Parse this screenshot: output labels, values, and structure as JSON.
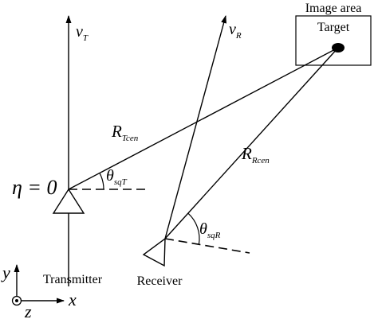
{
  "image_area": {
    "title": "Image area",
    "target_label": "Target"
  },
  "velocity": {
    "transmitter": {
      "main": "v",
      "sub": "T"
    },
    "receiver": {
      "main": "v",
      "sub": "R"
    }
  },
  "ranges": {
    "transmitter": {
      "main": "R",
      "sub": "Tcen"
    },
    "receiver": {
      "main": "R",
      "sub": "Rcen"
    }
  },
  "angles": {
    "transmitter": {
      "main": "θ",
      "sub": "sqT"
    },
    "receiver": {
      "main": "θ",
      "sub": "sqR"
    }
  },
  "eta_label": "η = 0",
  "labels": {
    "transmitter": "Transmitter",
    "receiver": "Receiver"
  },
  "axes": {
    "x": "x",
    "y": "y",
    "z": "z"
  }
}
